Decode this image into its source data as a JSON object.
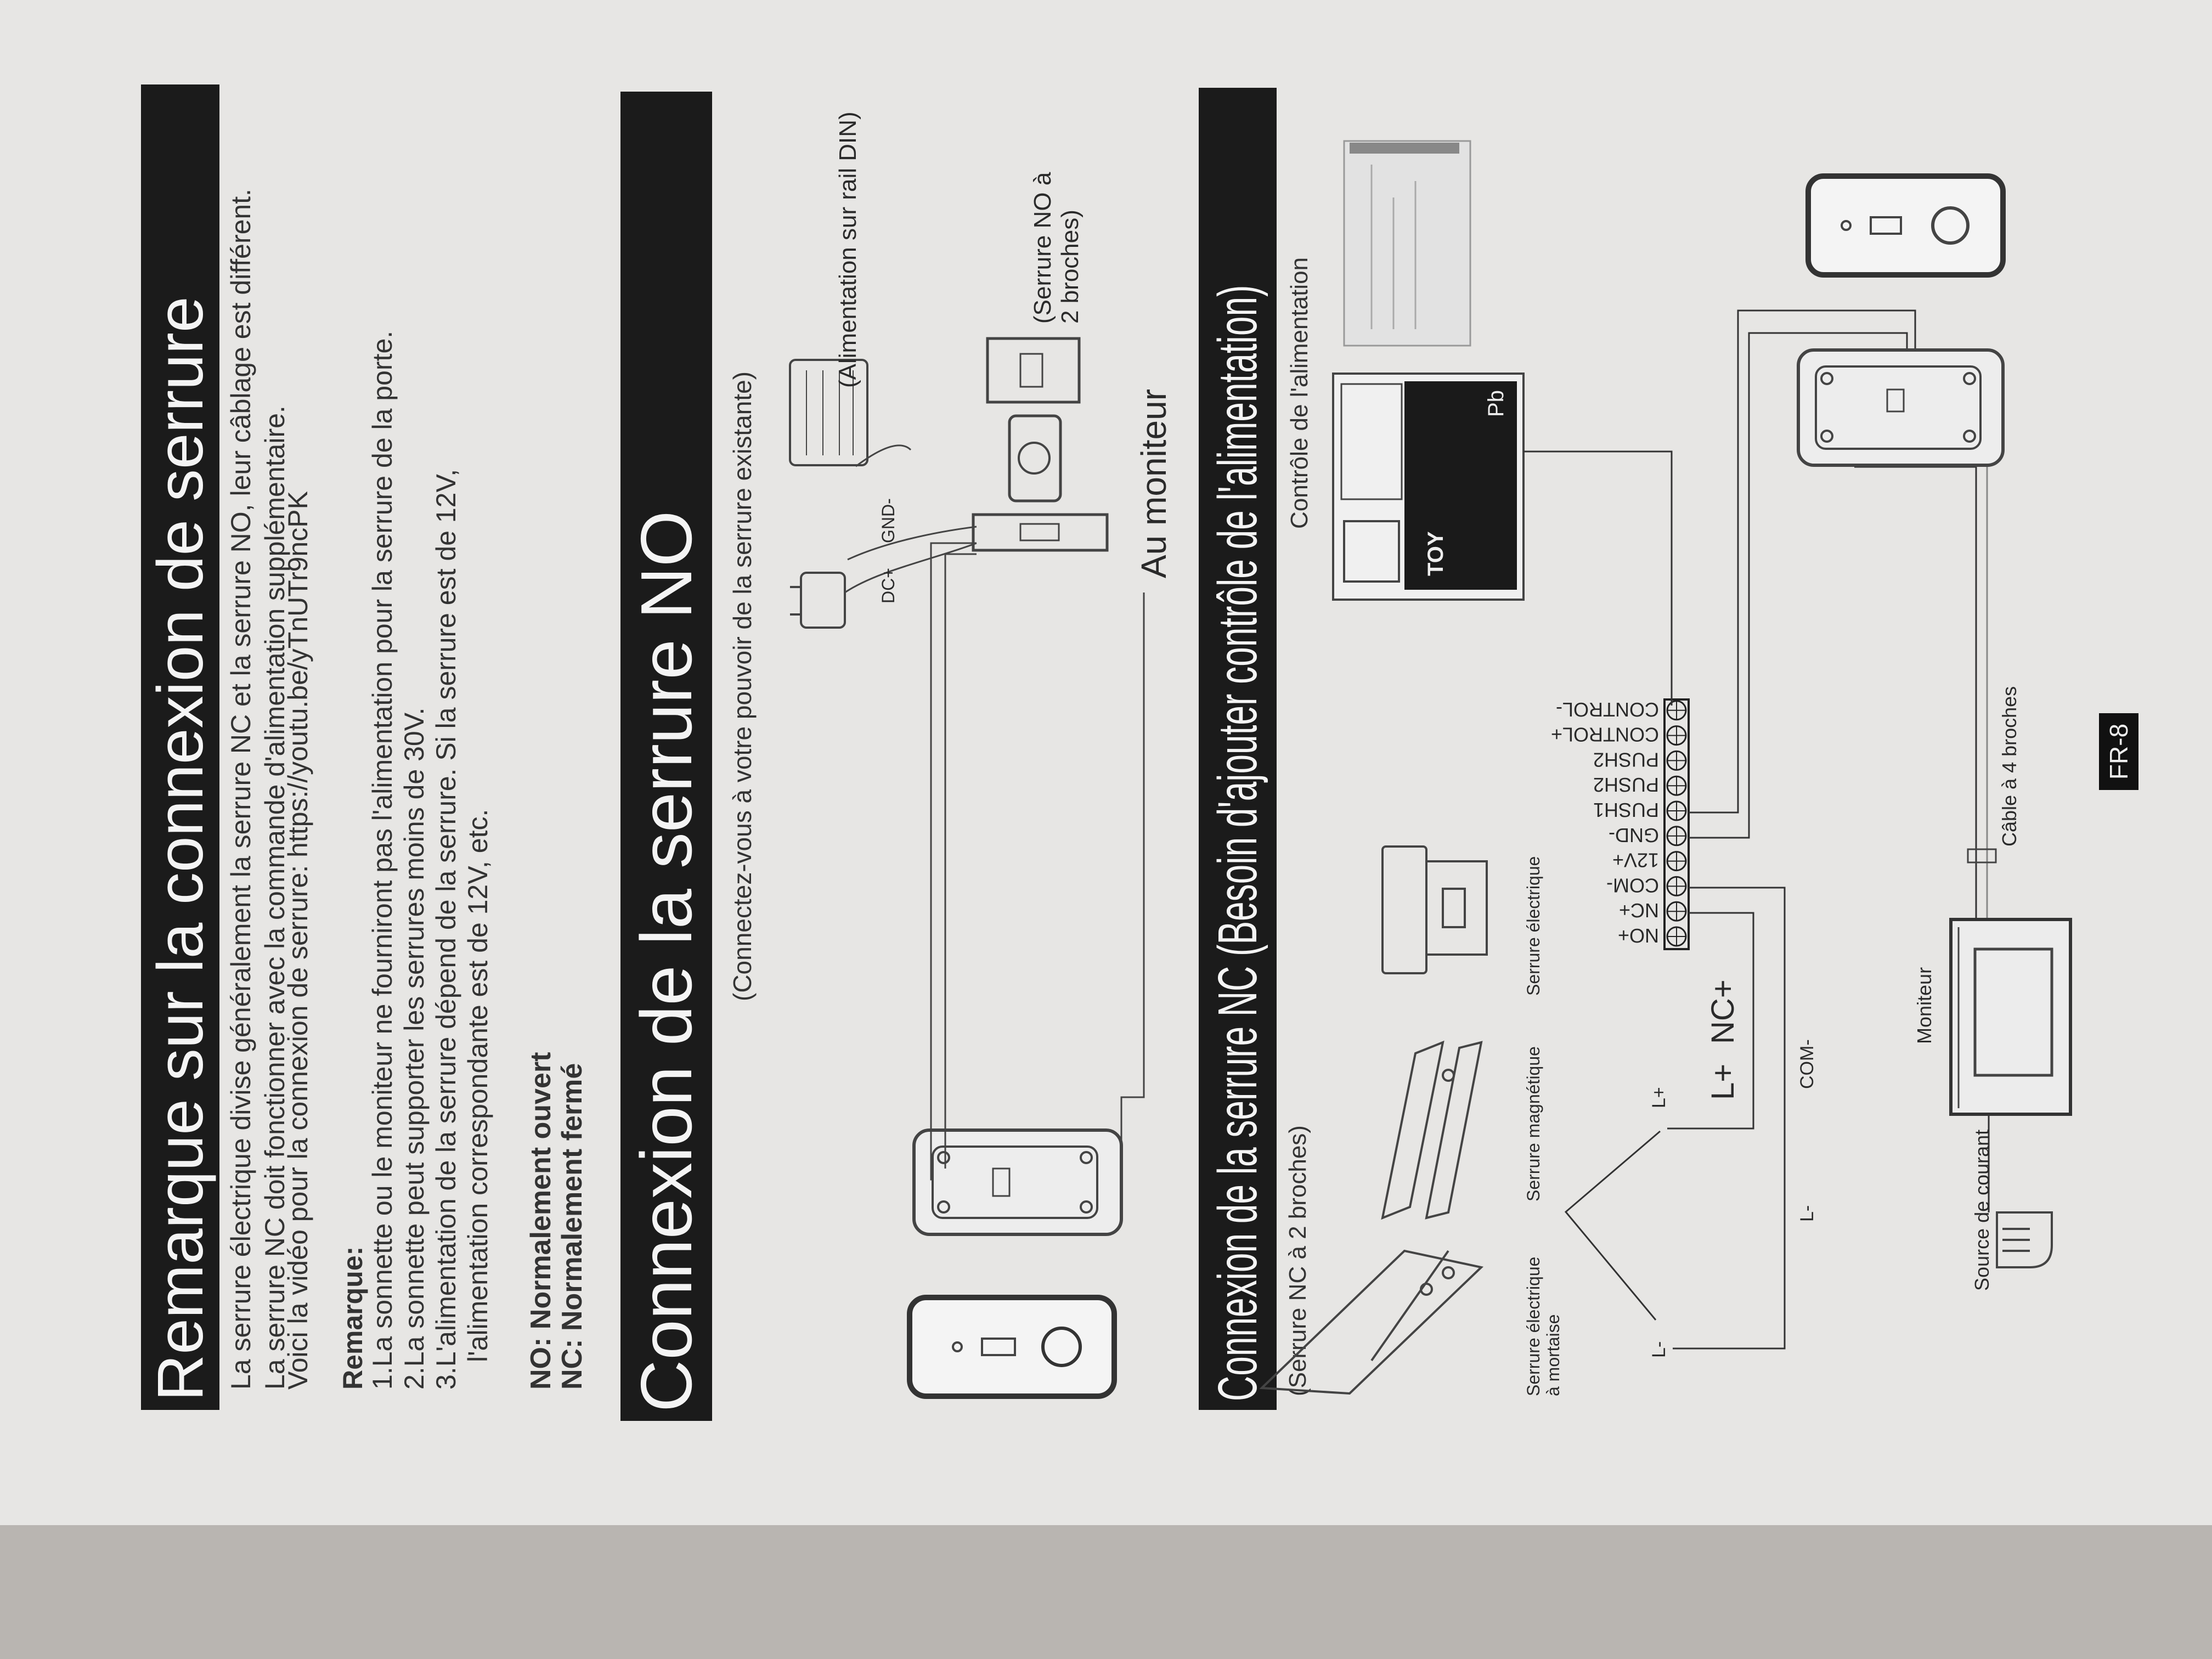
{
  "remark_section": {
    "title": "Remarque sur la connexion de serrure",
    "intro_line1": "La serrure électrique divise généralement la serrure NC et la serrure NO, leur câblage est différent.",
    "intro_line2": "La serrure NC doit fonctionner avec la commande d'alimentation supplémentaire.",
    "video_line": "Voici la vidéo pour la connexion de serrure:  https://youtu.be/yTnUTr9ncPK",
    "remark_heading": "Remarque:",
    "remark_items": [
      "1.La sonnette ou le moniteur ne fourniront pas l'alimentation pour la serrure de la porte.",
      "2.La sonnette peut supporter les serrures moins de 30V.",
      "3.L'alimentation de la serrure dépend de la serrure. Si la serrure est de 12V,",
      "l'alimentation correspondante est de 12V, etc."
    ],
    "no_abbr": "NO",
    "no_text": ": Normalement ouvert",
    "nc_abbr": "NC",
    "nc_text": ": Normalement fermé"
  },
  "no_section": {
    "title": "Connexion de la serrure NO",
    "subtitle": "(Connectez-vous à votre pouvoir de la serrure existante)",
    "din_label": "(Alimentation sur rail DIN)",
    "dc_plus": "DC+",
    "gnd_minus": "GND-",
    "lock_label_1": "(Serrure NO à",
    "lock_label_2": "2 broches)",
    "to_monitor": "Au moniteur"
  },
  "nc_section": {
    "title": "Connexion de la serrure NC (Besoin d'ajouter contrôle de l'alimentation)",
    "subtitle": "(Serrure NC à 2 broches)",
    "power_control_label": "Contrôle de l'alimentation",
    "mortise_label_1": "Serrure électrique",
    "mortise_label_2": "à mortaise",
    "magnetic_label": "Serrure magnétique",
    "electric_label": "Serrure électrique",
    "terminals": [
      "NO+",
      "NC+",
      "COM-",
      "12V+",
      "GND-",
      "PUSH1",
      "PUSH2",
      "PUSH2",
      "CONTROL+",
      "CONTROL-"
    ],
    "nc_plus": "NC+",
    "l_plus_big": "L+",
    "l_plus_small": "L+",
    "l_minus_small": "L-",
    "com_minus": "COM-",
    "l_minus": "L-",
    "monitor_label": "Moniteur",
    "power_source_label": "Source de courant",
    "cable_label": "Câble à 4 broches",
    "battery_brand": "TOY",
    "battery_pb": "Pb"
  },
  "page_number": "FR-8"
}
